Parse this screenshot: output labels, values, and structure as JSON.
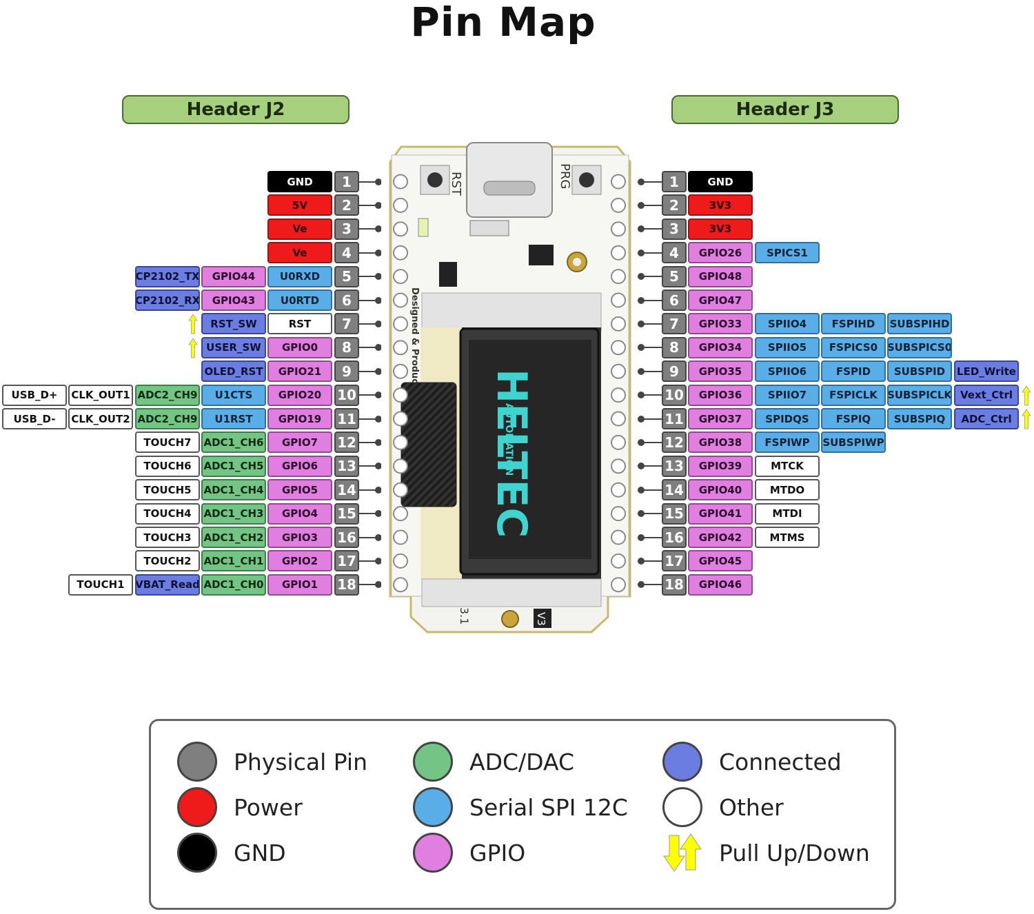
{
  "title": "Pin Map",
  "headers": {
    "left": "Header J2",
    "right": "Header J3"
  },
  "board": {
    "rst_label": "RST",
    "prg_label": "PRG",
    "side_text": "Designed & Produced",
    "logo_line1": "HELTEC",
    "logo_line2": "AUTOMATION",
    "bottom_text": "3.1",
    "version": "V3"
  },
  "colors": {
    "gnd": "#000000",
    "power": "#ef1b1b",
    "gpio": "#e17fe0",
    "serial": "#59aee8",
    "adc": "#74c585",
    "connected": "#6b7de1",
    "other": "#ffffff",
    "physical": "#7f7f7f",
    "pull": "#ffff00"
  },
  "left_pins": [
    {
      "num": "1",
      "labels": [
        {
          "text": "GND",
          "type": "gnd"
        }
      ]
    },
    {
      "num": "2",
      "labels": [
        {
          "text": "5V",
          "type": "power"
        }
      ]
    },
    {
      "num": "3",
      "labels": [
        {
          "text": "Ve",
          "type": "power"
        }
      ]
    },
    {
      "num": "4",
      "labels": [
        {
          "text": "Ve",
          "type": "power"
        }
      ]
    },
    {
      "num": "5",
      "labels": [
        {
          "text": "U0RXD",
          "type": "serial"
        },
        {
          "text": "GPIO44",
          "type": "gpio"
        },
        {
          "text": "CP2102_TX",
          "type": "connected"
        }
      ]
    },
    {
      "num": "6",
      "labels": [
        {
          "text": "U0RTD",
          "type": "serial"
        },
        {
          "text": "GPIO43",
          "type": "gpio"
        },
        {
          "text": "CP2102_RX",
          "type": "connected"
        }
      ]
    },
    {
      "num": "7",
      "labels": [
        {
          "text": "RST",
          "type": "other"
        },
        {
          "text": "RST_SW",
          "type": "connected"
        }
      ],
      "pull": "up"
    },
    {
      "num": "8",
      "labels": [
        {
          "text": "GPIO0",
          "type": "gpio"
        },
        {
          "text": "USER_SW",
          "type": "connected"
        }
      ],
      "pull": "up"
    },
    {
      "num": "9",
      "labels": [
        {
          "text": "GPIO21",
          "type": "gpio"
        },
        {
          "text": "OLED_RST",
          "type": "connected"
        }
      ]
    },
    {
      "num": "10",
      "labels": [
        {
          "text": "GPIO20",
          "type": "gpio"
        },
        {
          "text": "U1CTS",
          "type": "serial"
        },
        {
          "text": "ADC2_CH9",
          "type": "adc"
        },
        {
          "text": "CLK_OUT1",
          "type": "other"
        },
        {
          "text": "USB_D+",
          "type": "other"
        }
      ]
    },
    {
      "num": "11",
      "labels": [
        {
          "text": "GPIO19",
          "type": "gpio"
        },
        {
          "text": "U1RST",
          "type": "serial"
        },
        {
          "text": "ADC2_CH9",
          "type": "adc"
        },
        {
          "text": "CLK_OUT2",
          "type": "other"
        },
        {
          "text": "USB_D-",
          "type": "other"
        }
      ]
    },
    {
      "num": "12",
      "labels": [
        {
          "text": "GPIO7",
          "type": "gpio"
        },
        {
          "text": "ADC1_CH6",
          "type": "adc"
        },
        {
          "text": "TOUCH7",
          "type": "other"
        }
      ]
    },
    {
      "num": "13",
      "labels": [
        {
          "text": "GPIO6",
          "type": "gpio"
        },
        {
          "text": "ADC1_CH5",
          "type": "adc"
        },
        {
          "text": "TOUCH6",
          "type": "other"
        }
      ]
    },
    {
      "num": "14",
      "labels": [
        {
          "text": "GPIO5",
          "type": "gpio"
        },
        {
          "text": "ADC1_CH4",
          "type": "adc"
        },
        {
          "text": "TOUCH5",
          "type": "other"
        }
      ]
    },
    {
      "num": "15",
      "labels": [
        {
          "text": "GPIO4",
          "type": "gpio"
        },
        {
          "text": "ADC1_CH3",
          "type": "adc"
        },
        {
          "text": "TOUCH4",
          "type": "other"
        }
      ]
    },
    {
      "num": "16",
      "labels": [
        {
          "text": "GPIO3",
          "type": "gpio"
        },
        {
          "text": "ADC1_CH2",
          "type": "adc"
        },
        {
          "text": "TOUCH3",
          "type": "other"
        }
      ]
    },
    {
      "num": "17",
      "labels": [
        {
          "text": "GPIO2",
          "type": "gpio"
        },
        {
          "text": "ADC1_CH1",
          "type": "adc"
        },
        {
          "text": "TOUCH2",
          "type": "other"
        }
      ]
    },
    {
      "num": "18",
      "labels": [
        {
          "text": "GPIO1",
          "type": "gpio"
        },
        {
          "text": "ADC1_CH0",
          "type": "adc"
        },
        {
          "text": "VBAT_Read",
          "type": "connected"
        },
        {
          "text": "TOUCH1",
          "type": "other"
        }
      ]
    }
  ],
  "right_pins": [
    {
      "num": "1",
      "labels": [
        {
          "text": "GND",
          "type": "gnd"
        }
      ]
    },
    {
      "num": "2",
      "labels": [
        {
          "text": "3V3",
          "type": "power"
        }
      ]
    },
    {
      "num": "3",
      "labels": [
        {
          "text": "3V3",
          "type": "power"
        }
      ]
    },
    {
      "num": "4",
      "labels": [
        {
          "text": "GPIO26",
          "type": "gpio"
        },
        {
          "text": "SPICS1",
          "type": "serial"
        }
      ]
    },
    {
      "num": "5",
      "labels": [
        {
          "text": "GPIO48",
          "type": "gpio"
        }
      ]
    },
    {
      "num": "6",
      "labels": [
        {
          "text": "GPIO47",
          "type": "gpio"
        }
      ]
    },
    {
      "num": "7",
      "labels": [
        {
          "text": "GPIO33",
          "type": "gpio"
        },
        {
          "text": "SPIIO4",
          "type": "serial"
        },
        {
          "text": "FSPIHD",
          "type": "serial"
        },
        {
          "text": "SUBSPIHD",
          "type": "serial"
        }
      ]
    },
    {
      "num": "8",
      "labels": [
        {
          "text": "GPIO34",
          "type": "gpio"
        },
        {
          "text": "SPIIO5",
          "type": "serial"
        },
        {
          "text": "FSPICS0",
          "type": "serial"
        },
        {
          "text": "SUBSPICS0",
          "type": "serial"
        }
      ]
    },
    {
      "num": "9",
      "labels": [
        {
          "text": "GPIO35",
          "type": "gpio"
        },
        {
          "text": "SPIIO6",
          "type": "serial"
        },
        {
          "text": "FSPID",
          "type": "serial"
        },
        {
          "text": "SUBSPID",
          "type": "serial"
        },
        {
          "text": "LED_Write",
          "type": "connected"
        }
      ]
    },
    {
      "num": "10",
      "labels": [
        {
          "text": "GPIO36",
          "type": "gpio"
        },
        {
          "text": "SPIIO7",
          "type": "serial"
        },
        {
          "text": "FSPICLK",
          "type": "serial"
        },
        {
          "text": "SUBSPICLK",
          "type": "serial"
        },
        {
          "text": "Vext_Ctrl",
          "type": "connected"
        }
      ],
      "pull": "up"
    },
    {
      "num": "11",
      "labels": [
        {
          "text": "GPIO37",
          "type": "gpio"
        },
        {
          "text": "SPIDQS",
          "type": "serial"
        },
        {
          "text": "FSPIQ",
          "type": "serial"
        },
        {
          "text": "SUBSPIQ",
          "type": "serial"
        },
        {
          "text": "ADC_Ctrl",
          "type": "connected"
        }
      ],
      "pull": "up"
    },
    {
      "num": "12",
      "labels": [
        {
          "text": "GPIO38",
          "type": "gpio"
        },
        {
          "text": "FSPIWP",
          "type": "serial"
        },
        {
          "text": "SUBSPIWP",
          "type": "serial"
        }
      ]
    },
    {
      "num": "13",
      "labels": [
        {
          "text": "GPIO39",
          "type": "gpio"
        },
        {
          "text": "MTCK",
          "type": "other"
        }
      ]
    },
    {
      "num": "14",
      "labels": [
        {
          "text": "GPIO40",
          "type": "gpio"
        },
        {
          "text": "MTDO",
          "type": "other"
        }
      ]
    },
    {
      "num": "15",
      "labels": [
        {
          "text": "GPIO41",
          "type": "gpio"
        },
        {
          "text": "MTDI",
          "type": "other"
        }
      ]
    },
    {
      "num": "16",
      "labels": [
        {
          "text": "GPIO42",
          "type": "gpio"
        },
        {
          "text": "MTMS",
          "type": "other"
        }
      ]
    },
    {
      "num": "17",
      "labels": [
        {
          "text": "GPIO45",
          "type": "gpio"
        }
      ]
    },
    {
      "num": "18",
      "labels": [
        {
          "text": "GPIO46",
          "type": "gpio"
        }
      ]
    }
  ],
  "legend": [
    {
      "label": "Physical Pin",
      "type": "physical"
    },
    {
      "label": "Power",
      "type": "power"
    },
    {
      "label": "GND",
      "type": "gnd"
    },
    {
      "label": "ADC/DAC",
      "type": "adc"
    },
    {
      "label": "Serial SPI 12C",
      "type": "serial"
    },
    {
      "label": "GPIO",
      "type": "gpio"
    },
    {
      "label": "Connected",
      "type": "connected"
    },
    {
      "label": "Other",
      "type": "other"
    },
    {
      "label": "Pull Up/Down",
      "type": "pull"
    }
  ]
}
